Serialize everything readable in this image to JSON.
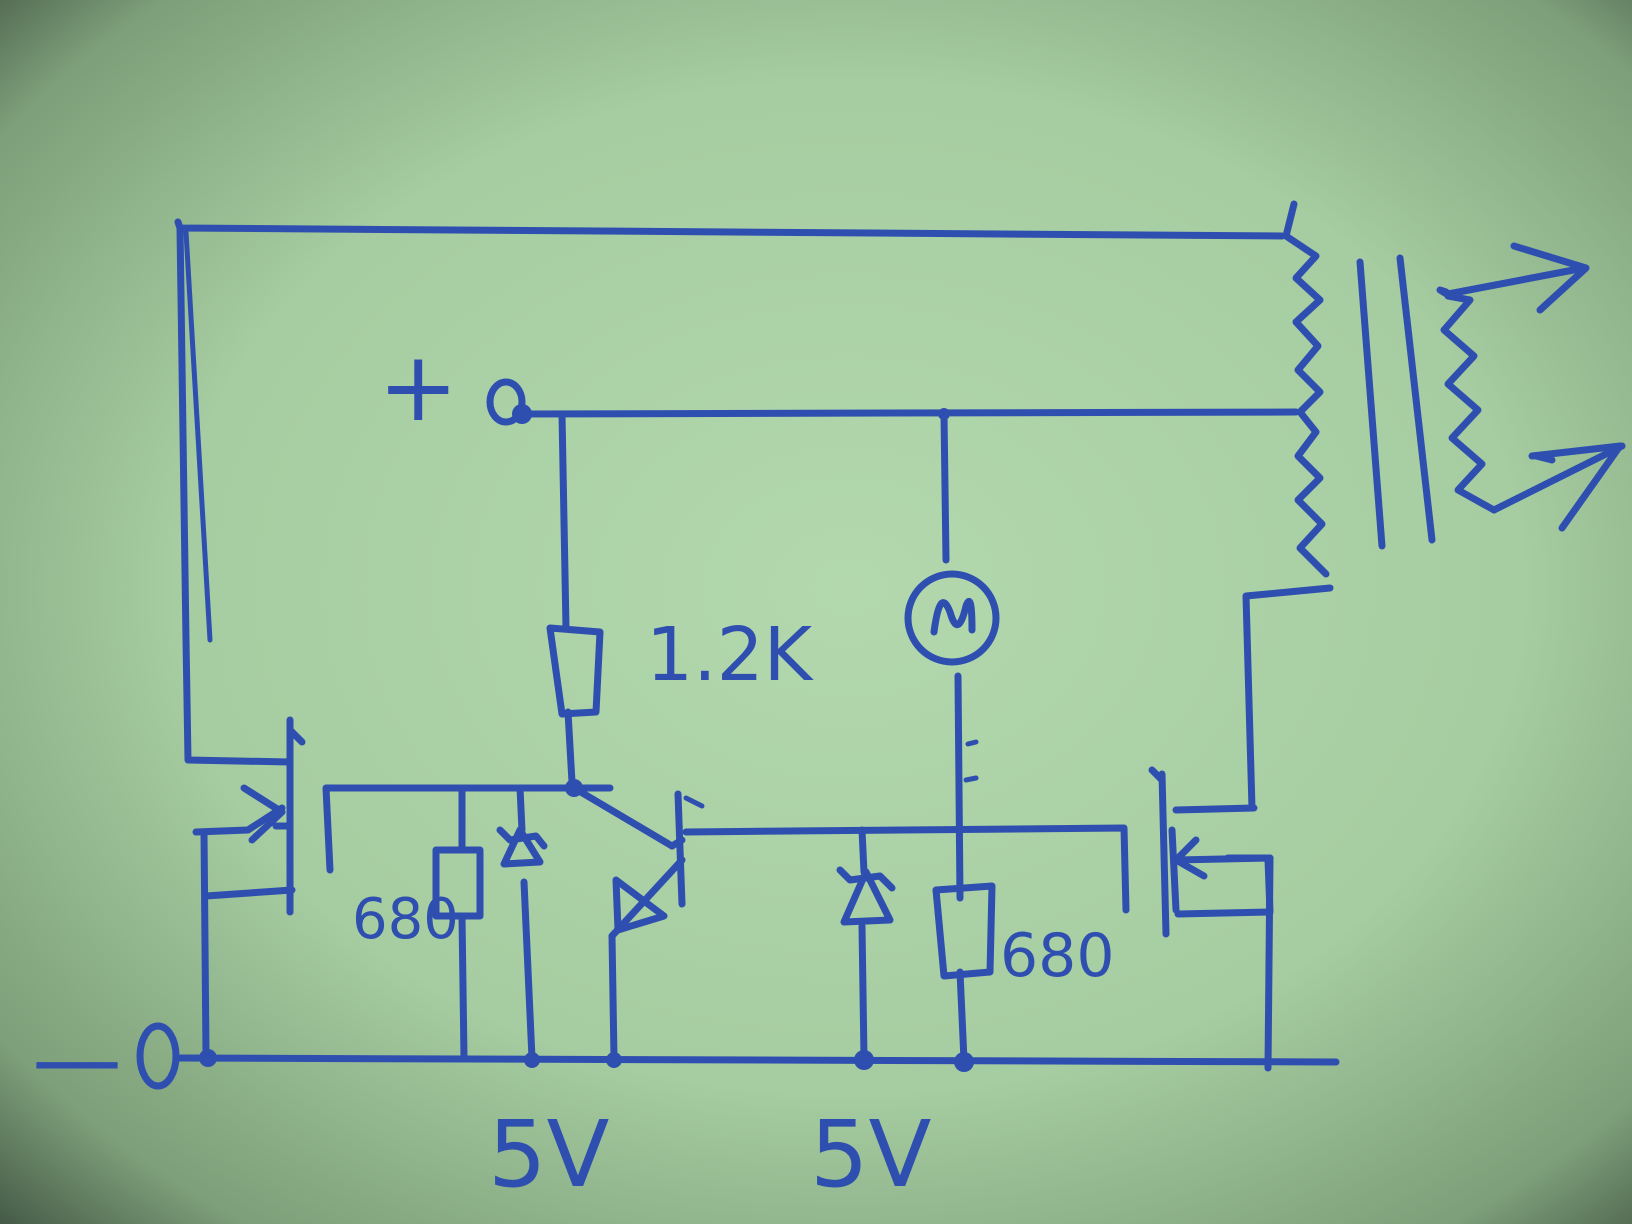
{
  "labels": {
    "plus": "+",
    "minus": "—",
    "resistor_top": "1.2K",
    "resistor_left": "680",
    "resistor_right": "680",
    "zener_left": "5V",
    "zener_right": "5V"
  },
  "colors": {
    "paper": "#a9cfa4",
    "ink": "#2f4fb0"
  },
  "icons": {
    "motor": "motor-symbol",
    "transformer": "transformer-symbol",
    "mosfet": "mosfet-symbol",
    "transistor": "npn-transistor-symbol",
    "zener": "zener-diode-symbol",
    "resistor": "resistor-symbol"
  }
}
